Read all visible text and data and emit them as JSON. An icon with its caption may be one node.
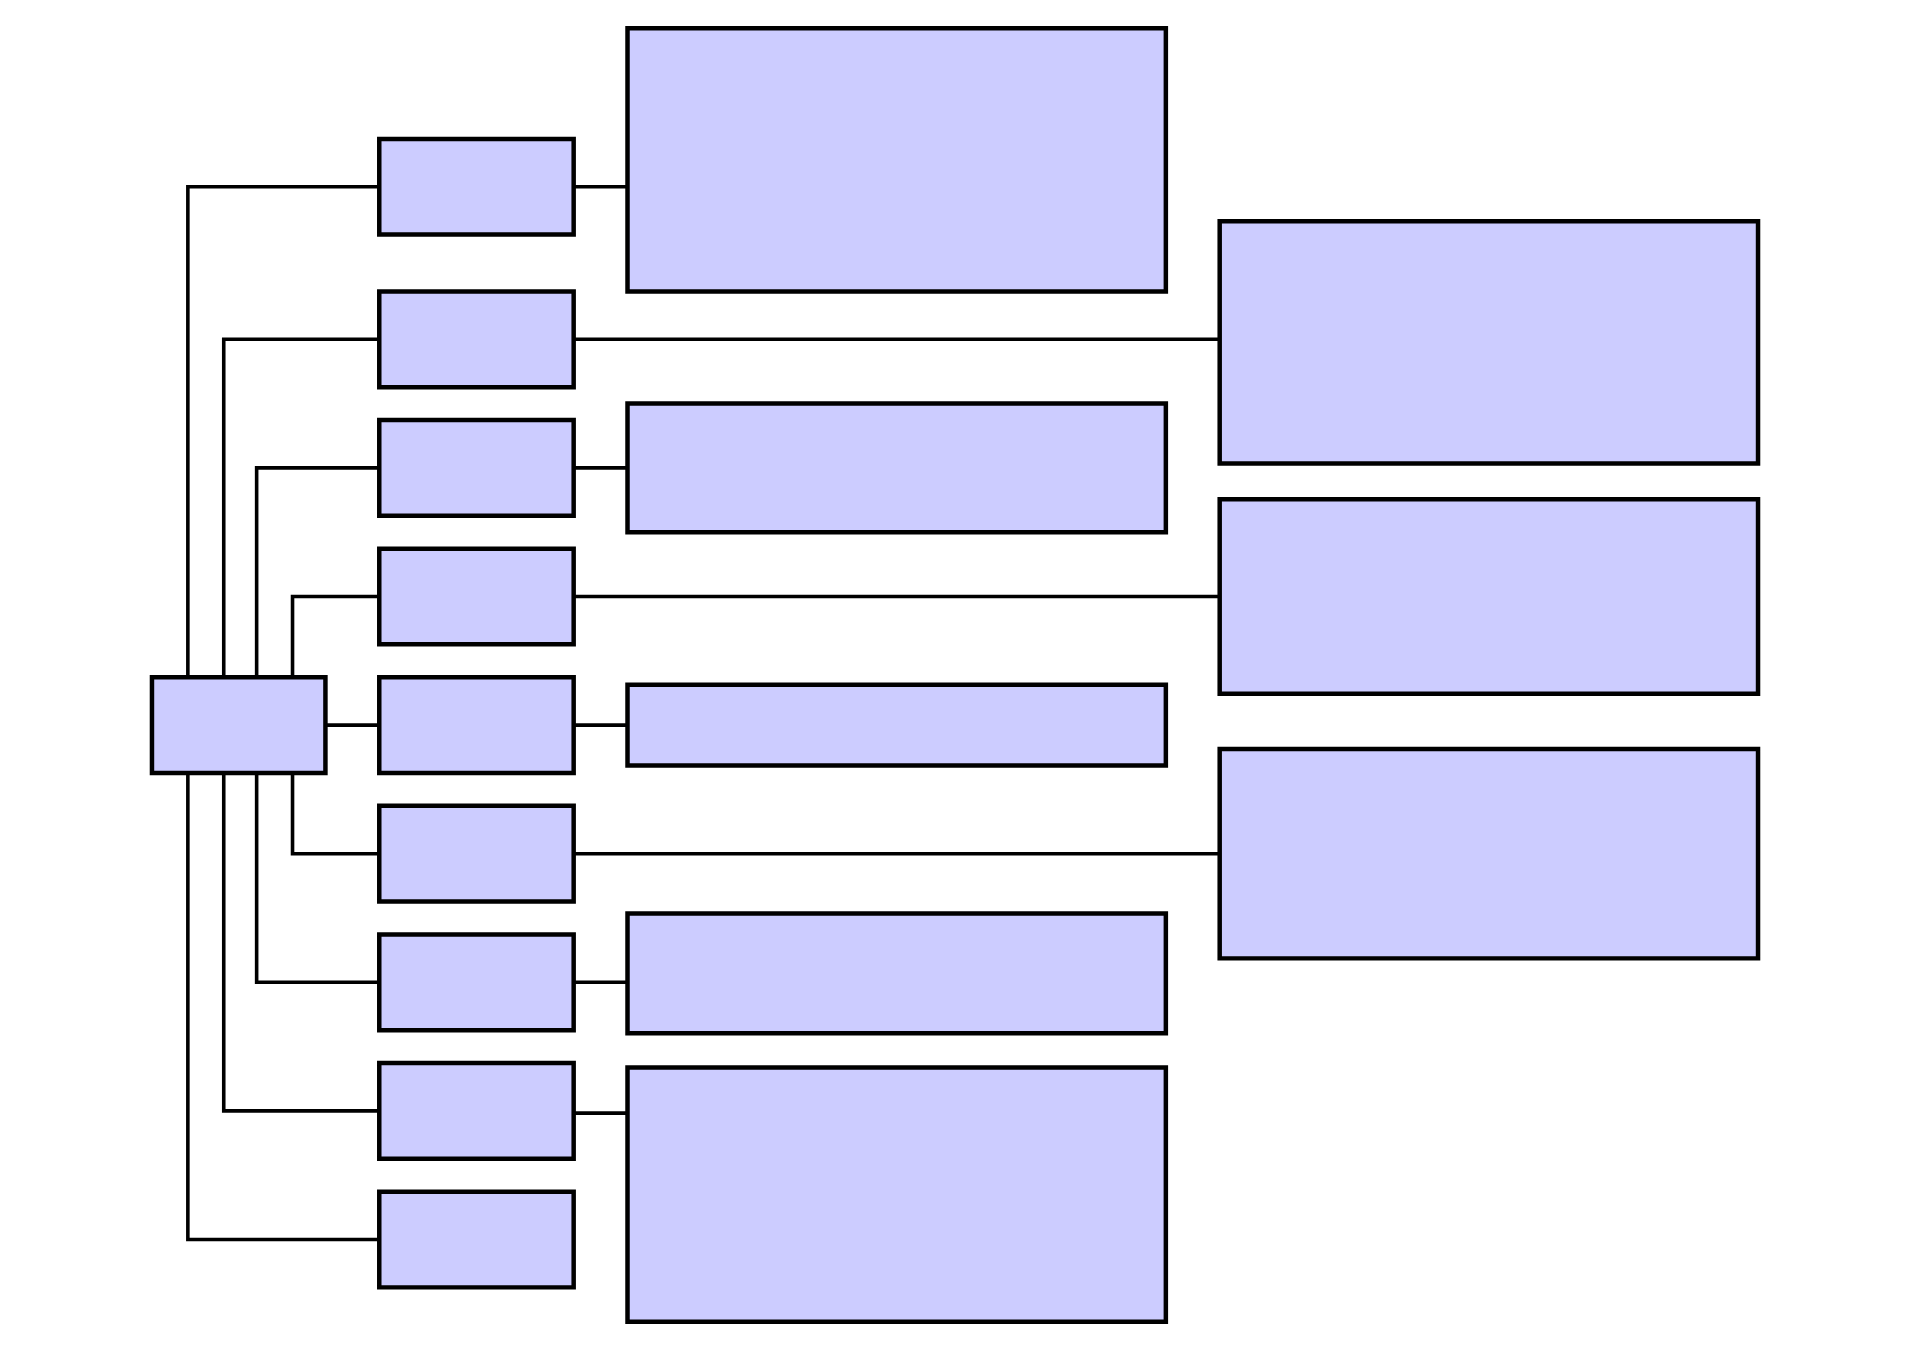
{
  "diagram": {
    "nodes": [
      {
        "text": [],
        "shape": "box"
      },
      {
        "text": [],
        "shape": "box"
      },
      {
        "text": [],
        "shape": "box"
      },
      {
        "text": [],
        "shape": "box"
      },
      {
        "text": [],
        "shape": "box"
      },
      {
        "text": [],
        "shape": "box"
      },
      {
        "text": [],
        "shape": "box"
      },
      {
        "text": [],
        "shape": "box"
      },
      {
        "text": [],
        "shape": "box"
      },
      {
        "text": [],
        "shape": "box"
      },
      {
        "text": [],
        "shape": "box"
      },
      {
        "text": [],
        "shape": "box"
      },
      {
        "text": [],
        "shape": "box"
      },
      {
        "text": [],
        "shape": "box"
      },
      {
        "text": [],
        "shape": "box"
      },
      {
        "text": [],
        "shape": "box"
      },
      {
        "text": [],
        "shape": "box"
      },
      {
        "text": [],
        "shape": "box"
      }
    ],
    "edges": [
      {
        "from": 0,
        "to": 1,
        "arrow": "none"
      },
      {
        "from": 0,
        "to": 2,
        "arrow": "none"
      },
      {
        "from": 0,
        "to": 3,
        "arrow": "none"
      },
      {
        "from": 0,
        "to": 4,
        "arrow": "none"
      },
      {
        "from": 0,
        "to": 5,
        "arrow": "none"
      },
      {
        "from": 0,
        "to": 6,
        "arrow": "none"
      },
      {
        "from": 0,
        "to": 7,
        "arrow": "none"
      },
      {
        "from": 0,
        "to": 8,
        "arrow": "none"
      },
      {
        "from": 0,
        "to": 9,
        "arrow": "none"
      },
      {
        "from": 1,
        "to": 10,
        "arrow": "none"
      },
      {
        "from": 2,
        "to": 15,
        "arrow": "none"
      },
      {
        "from": 3,
        "to": 11,
        "arrow": "none"
      },
      {
        "from": 4,
        "to": 16,
        "arrow": "none"
      },
      {
        "from": 5,
        "to": 12,
        "arrow": "none"
      },
      {
        "from": 6,
        "to": 17,
        "arrow": "none"
      },
      {
        "from": 7,
        "to": 13,
        "arrow": "none"
      },
      {
        "from": 8,
        "to": 14,
        "arrow": "none"
      }
    ]
  }
}
